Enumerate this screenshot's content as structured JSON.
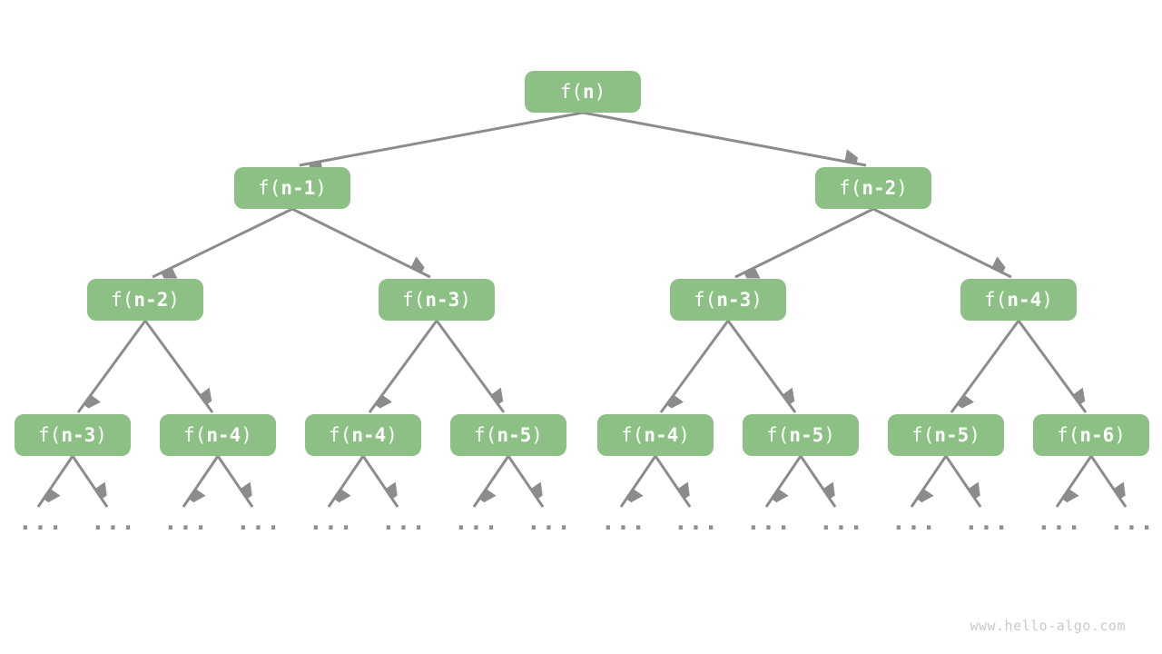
{
  "diagram": {
    "type": "recursion-tree",
    "description": "Recursion tree of f(n) expanding into f(n-1) and f(n-2) subcalls"
  },
  "colors": {
    "node_fill": "#8cc084",
    "node_text": "#ffffff",
    "arrow": "#8c8c8c",
    "ellipsis": "#8f8f8f",
    "watermark": "#c9c9c9",
    "background": "#ffffff"
  },
  "nodes": [
    {
      "prefix": "f(",
      "arg": "n",
      "suffix": ")",
      "label": "f(n)"
    },
    {
      "prefix": "f(",
      "arg": "n-1",
      "suffix": ")",
      "label": "f(n-1)"
    },
    {
      "prefix": "f(",
      "arg": "n-2",
      "suffix": ")",
      "label": "f(n-2)"
    },
    {
      "prefix": "f(",
      "arg": "n-2",
      "suffix": ")",
      "label": "f(n-2)"
    },
    {
      "prefix": "f(",
      "arg": "n-3",
      "suffix": ")",
      "label": "f(n-3)"
    },
    {
      "prefix": "f(",
      "arg": "n-3",
      "suffix": ")",
      "label": "f(n-3)"
    },
    {
      "prefix": "f(",
      "arg": "n-4",
      "suffix": ")",
      "label": "f(n-4)"
    },
    {
      "prefix": "f(",
      "arg": "n-3",
      "suffix": ")",
      "label": "f(n-3)"
    },
    {
      "prefix": "f(",
      "arg": "n-4",
      "suffix": ")",
      "label": "f(n-4)"
    },
    {
      "prefix": "f(",
      "arg": "n-4",
      "suffix": ")",
      "label": "f(n-4)"
    },
    {
      "prefix": "f(",
      "arg": "n-5",
      "suffix": ")",
      "label": "f(n-5)"
    },
    {
      "prefix": "f(",
      "arg": "n-4",
      "suffix": ")",
      "label": "f(n-4)"
    },
    {
      "prefix": "f(",
      "arg": "n-5",
      "suffix": ")",
      "label": "f(n-5)"
    },
    {
      "prefix": "f(",
      "arg": "n-5",
      "suffix": ")",
      "label": "f(n-5)"
    },
    {
      "prefix": "f(",
      "arg": "n-6",
      "suffix": ")",
      "label": "f(n-6)"
    }
  ],
  "ellipsis": "...",
  "watermark": "www.hello-algo.com"
}
